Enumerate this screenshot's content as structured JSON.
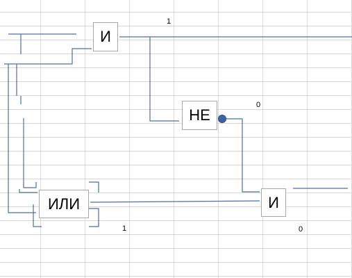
{
  "gates": {
    "and_top": "И",
    "not_gate": "НЕ",
    "or_gate": "ИЛИ",
    "and_bottom": "И"
  },
  "signals": {
    "and_top_output": "1",
    "not_output": "0",
    "or_output": "1",
    "final_output": "0"
  },
  "colors": {
    "wire": "#4a6fa5",
    "inversion_bubble": "#3d63a4",
    "gridline": "#d9d9d9",
    "gate_border": "#a8a8a8"
  }
}
